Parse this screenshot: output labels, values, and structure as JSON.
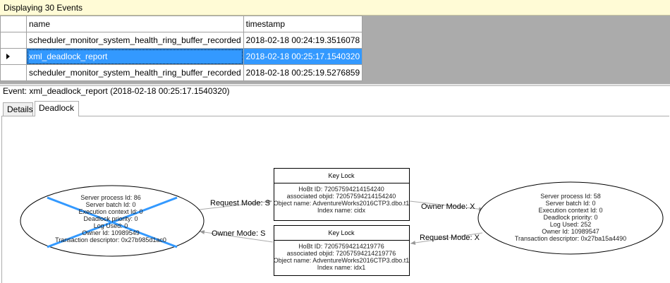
{
  "status": "Displaying 30 Events",
  "grid": {
    "columns": [
      "name",
      "timestamp"
    ],
    "rows": [
      {
        "name": "scheduler_monitor_system_health_ring_buffer_recorded",
        "timestamp": "2018-02-18 00:24:19.3516078",
        "selected": false
      },
      {
        "name": "xml_deadlock_report",
        "timestamp": "2018-02-18 00:25:17.1540320",
        "selected": true
      },
      {
        "name": "scheduler_monitor_system_health_ring_buffer_recorded",
        "timestamp": "2018-02-18 00:25:19.5276859",
        "selected": false
      }
    ]
  },
  "event_title": "Event: xml_deadlock_report (2018-02-18 00:25:17.1540320)",
  "tabs": [
    {
      "label": "Details",
      "active": false
    },
    {
      "label": "Deadlock",
      "active": true
    }
  ],
  "deadlock": {
    "victim_color": "#3399ff",
    "process_left": [
      "Server process Id: 86",
      "Server batch Id: 0",
      "Execution context Id: 0",
      "Deadlock priority: 0",
      "Log Used: 0",
      "Owner Id: 10989549",
      "Transaction descriptor: 0x27b985d1ac0"
    ],
    "process_right": [
      "Server process Id: 58",
      "Server batch Id: 0",
      "Execution context Id: 0",
      "Deadlock priority: 0",
      "Log Used: 252",
      "Owner Id: 10989547",
      "Transaction descriptor: 0x27ba15a4490"
    ],
    "lock1": {
      "title": "Key Lock",
      "lines": [
        "HoBt ID: 72057594214154240",
        "associated objid: 72057594214154240",
        "Object name: AdventureWorks2016CTP3.dbo.t1",
        "Index name: cidx"
      ]
    },
    "lock2": {
      "title": "Key Lock",
      "lines": [
        "HoBt ID: 72057594214219776",
        "associated objid: 72057594214219776",
        "Object name: AdventureWorks2016CTP3.dbo.t1",
        "Index name: idx1"
      ]
    },
    "edges": {
      "req_s": "Request Mode: S",
      "own_x": "Owner Mode: X",
      "own_s": "Owner Mode: S",
      "req_x": "Request Mode: X"
    }
  }
}
